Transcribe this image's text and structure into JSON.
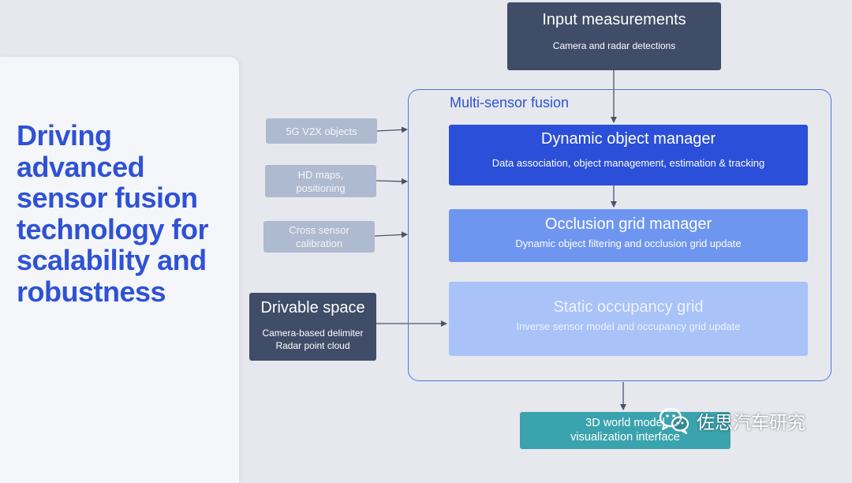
{
  "headline": "Driving\nadvanced\nsensor fusion\ntechnology for\nscalability and\nrobustness",
  "input": {
    "title": "Input measurements",
    "subtitle": "Camera and radar detections"
  },
  "fusion": {
    "label": "Multi-sensor fusion",
    "dynamic": {
      "title": "Dynamic object manager",
      "subtitle": "Data association, object management, estimation & tracking"
    },
    "occlusion": {
      "title": "Occlusion grid manager",
      "subtitle": "Dynamic object filtering and occlusion grid update"
    },
    "static": {
      "title": "Static occupancy grid",
      "subtitle": "Inverse sensor model and occupancy grid update"
    }
  },
  "side_inputs": {
    "v2x": "5G V2X objects",
    "hd_maps": "HD maps,\npositioning",
    "cross_sensor": "Cross sensor\ncalibration"
  },
  "drivable": {
    "title": "Drivable space",
    "line1": "Camera-based delimiter",
    "line2": "Radar point cloud"
  },
  "output": {
    "line1": "3D world model",
    "line2": "visualization interface"
  },
  "watermark": {
    "text": "佐思汽车研究",
    "icon": "wechat-icon"
  },
  "colors": {
    "headline": "#2e52d6",
    "dark_box": "#3f4d68",
    "dynamic": "#2b4fd8",
    "occlusion": "#6e96f1",
    "static": "#a9c2f8",
    "side": "#aebad0",
    "output": "#3aa3ad"
  }
}
